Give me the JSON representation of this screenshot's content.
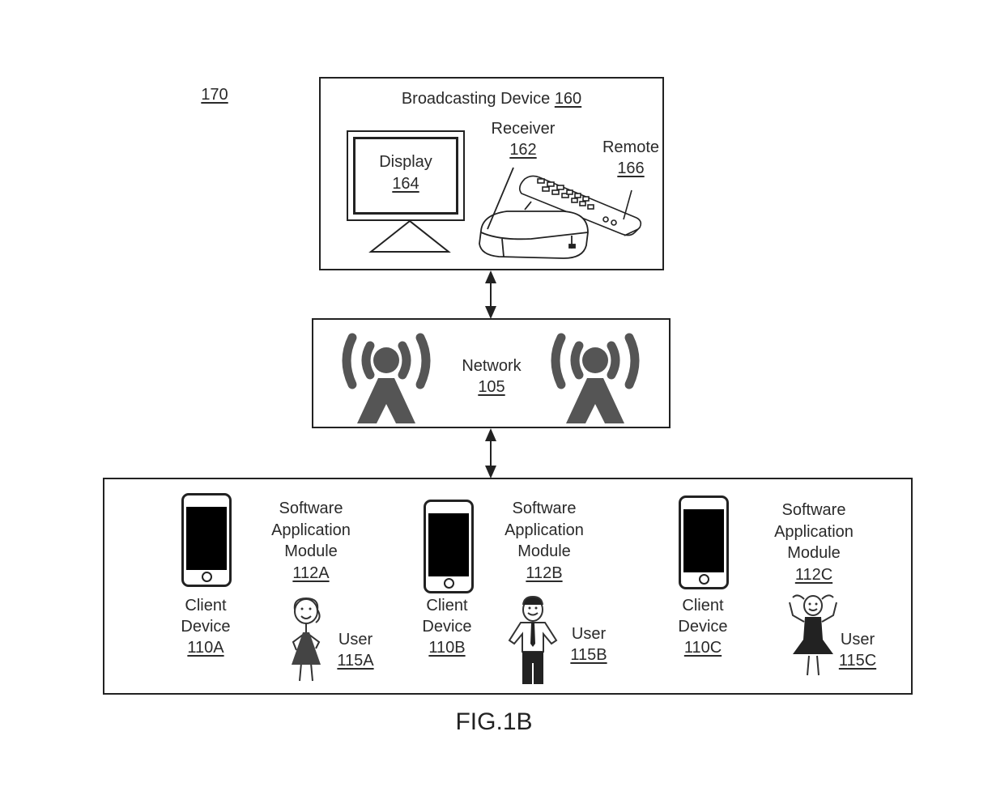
{
  "figure_ref": "170",
  "caption": "FIG.1B",
  "broadcasting": {
    "title": "Broadcasting Device",
    "ref": "160",
    "display": {
      "label": "Display",
      "ref": "164"
    },
    "receiver": {
      "label": "Receiver",
      "ref": "162"
    },
    "remote": {
      "label": "Remote",
      "ref": "166"
    }
  },
  "network": {
    "label": "Network",
    "ref": "105"
  },
  "clients": [
    {
      "device_line1": "Client",
      "device_line2": "Device",
      "device_ref": "110A",
      "module_line1": "Software",
      "module_line2": "Application",
      "module_line3": "Module",
      "module_ref": "112A",
      "user_label": "User",
      "user_ref": "115A"
    },
    {
      "device_line1": "Client",
      "device_line2": "Device",
      "device_ref": "110B",
      "module_line1": "Software",
      "module_line2": "Application",
      "module_line3": "Module",
      "module_ref": "112B",
      "user_label": "User",
      "user_ref": "115B"
    },
    {
      "device_line1": "Client",
      "device_line2": "Device",
      "device_ref": "110C",
      "module_line1": "Software",
      "module_line2": "Application",
      "module_line3": "Module",
      "module_ref": "112C",
      "user_label": "User",
      "user_ref": "115C"
    }
  ]
}
